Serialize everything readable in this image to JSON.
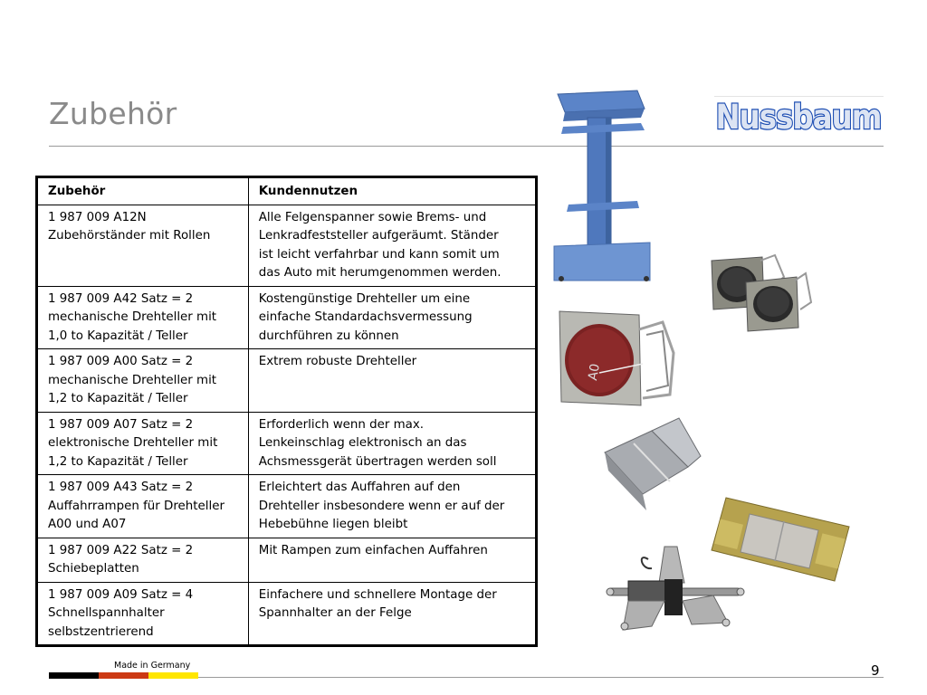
{
  "slide": {
    "title": "Zubehör",
    "logo_text": "Nussbaum",
    "page_number": "9",
    "footer_text": "Made in Germany",
    "flag_colors": [
      "#000000",
      "#cc3a14",
      "#ffe600"
    ],
    "brand_color": "#1f4fb3"
  },
  "table": {
    "headers": [
      "Zubehör",
      "Kundennutzen"
    ],
    "rows": [
      {
        "product": [
          "1 987 009 A12N",
          "Zubehörständer mit Rollen"
        ],
        "benefit": [
          "Alle Felgenspanner sowie Brems- und",
          "Lenkradfeststeller aufgeräumt. Ständer",
          "ist leicht verfahrbar und kann somit um",
          "das Auto mit herumgenommen werden."
        ]
      },
      {
        "product": [
          "1 987 009 A42 Satz = 2",
          "mechanische Drehteller mit",
          "1,0 to Kapazität / Teller"
        ],
        "benefit": [
          "Kostengünstige Drehteller um eine",
          "einfache Standardachsvermessung",
          "durchführen zu können"
        ]
      },
      {
        "product": [
          "1 987 009 A00 Satz = 2",
          "mechanische Drehteller mit",
          "1,2 to Kapazität / Teller"
        ],
        "benefit": [
          "Extrem robuste Drehteller"
        ]
      },
      {
        "product": [
          "1 987 009 A07 Satz = 2",
          "elektronische Drehteller mit",
          "1,2 to Kapazität / Teller"
        ],
        "benefit": [
          "Erforderlich wenn der max.",
          "Lenkeinschlag elektronisch an das",
          "Achsmessgerät übertragen werden soll"
        ]
      },
      {
        "product": [
          "1 987 009 A43 Satz = 2",
          "Auffahrrampen für Drehteller",
          "A00 und A07"
        ],
        "benefit": [
          "Erleichtert das Auffahren auf den",
          "Drehteller insbesondere wenn er auf der",
          "Hebebühne liegen bleibt"
        ]
      },
      {
        "product": [
          "1 987 009 A22 Satz = 2",
          "Schiebeplatten"
        ],
        "benefit": [
          "Mit Rampen zum einfachen Auffahren"
        ]
      },
      {
        "product": [
          "1 987 009 A09 Satz = 4",
          "Schnellspannhalter",
          "selbstzentrierend"
        ],
        "benefit": [
          "Einfachere und schnellere Montage der",
          "Spannhalter an der Felge"
        ]
      }
    ]
  },
  "images": [
    {
      "name": "accessory-stand-image",
      "icon": "stand-icon"
    },
    {
      "name": "turntables-pair-image",
      "icon": "turntable-icon"
    },
    {
      "name": "turntable-large-image",
      "icon": "turntable-icon"
    },
    {
      "name": "slide-plates-image",
      "icon": "plate-icon"
    },
    {
      "name": "ramp-plates-image",
      "icon": "ramp-icon"
    },
    {
      "name": "quick-clamp-image",
      "icon": "clamp-icon"
    }
  ]
}
